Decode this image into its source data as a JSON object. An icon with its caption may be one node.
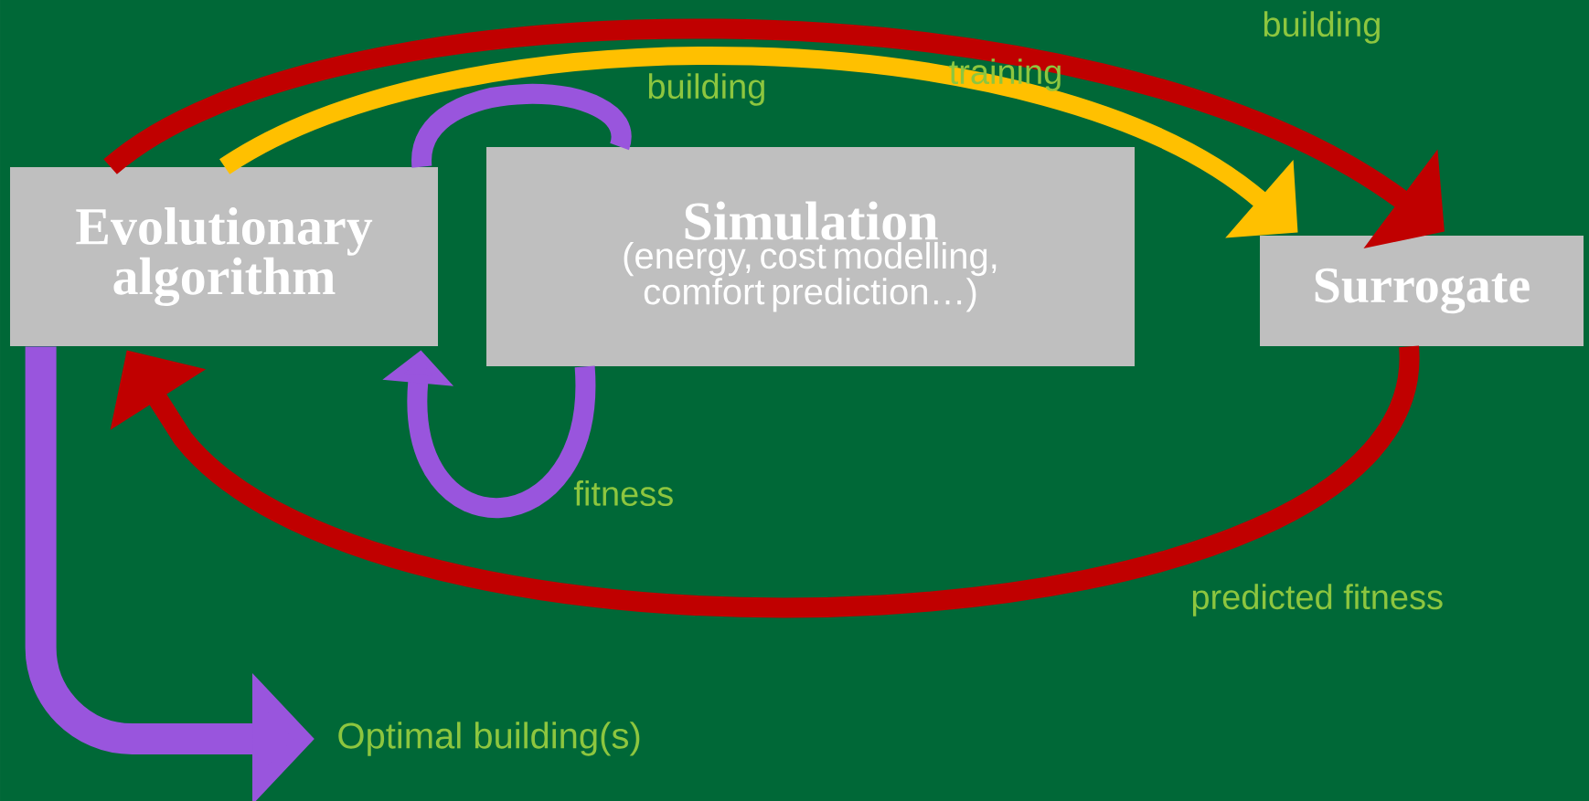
{
  "diagram": {
    "nodes": [
      {
        "text": [
          "Evolutionary algorithm"
        ]
      },
      {
        "text": [
          "Simulation",
          "(energy, cost modelling, comfort prediction…)"
        ]
      },
      {
        "text": [
          "Surrogate"
        ]
      },
      {
        "text": [
          "Optimal building(s)"
        ]
      }
    ],
    "edges": [
      {
        "from": 0,
        "to": 2,
        "arrow": "to",
        "label": "building",
        "color": "#c00000"
      },
      {
        "from": 0,
        "to": 2,
        "arrow": "to",
        "label": "training",
        "color": "#ffc000"
      },
      {
        "from": 0,
        "to": 1,
        "arrow": "none",
        "label": "building",
        "color": "#9955dd"
      },
      {
        "from": 1,
        "to": 0,
        "arrow": "to",
        "label": "fitness",
        "color": "#9955dd"
      },
      {
        "from": 2,
        "to": 0,
        "arrow": "to",
        "label": "predicted fitness",
        "color": "#c00000"
      },
      {
        "from": 0,
        "to": 3,
        "arrow": "to",
        "color": "#9955dd"
      }
    ]
  }
}
